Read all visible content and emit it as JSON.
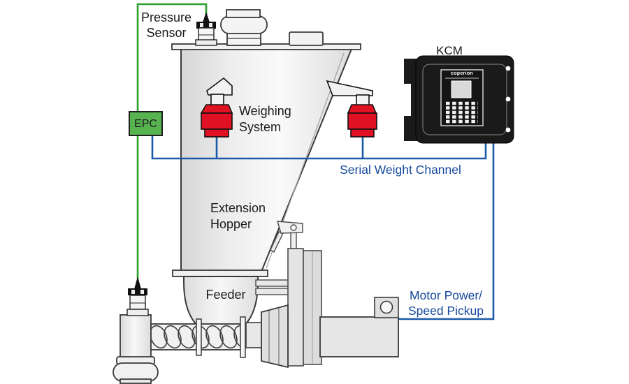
{
  "labels": {
    "pressure_sensor": {
      "lines": [
        "Pressure",
        "Sensor"
      ]
    },
    "epc": "EPC",
    "weighing_system": {
      "lines": [
        "Weighing",
        "System"
      ]
    },
    "kcm": "KCM",
    "serial_weight_channel": "Serial Weight Channel",
    "extension_hopper": {
      "lines": [
        "Extension",
        "Hopper"
      ]
    },
    "feeder": "Feeder",
    "motor_power": {
      "lines": [
        "Motor Power/",
        "Speed Pickup"
      ]
    },
    "kcm_panel_brand": "coperion"
  },
  "colors": {
    "wire_green": "#2ea02e",
    "wire_blue": "#1a5aa8",
    "label_blue": "#17499c",
    "epc_fill": "#58b351",
    "load_cell_red": "#e01122",
    "kcm_housing": "#1a1a1a"
  }
}
